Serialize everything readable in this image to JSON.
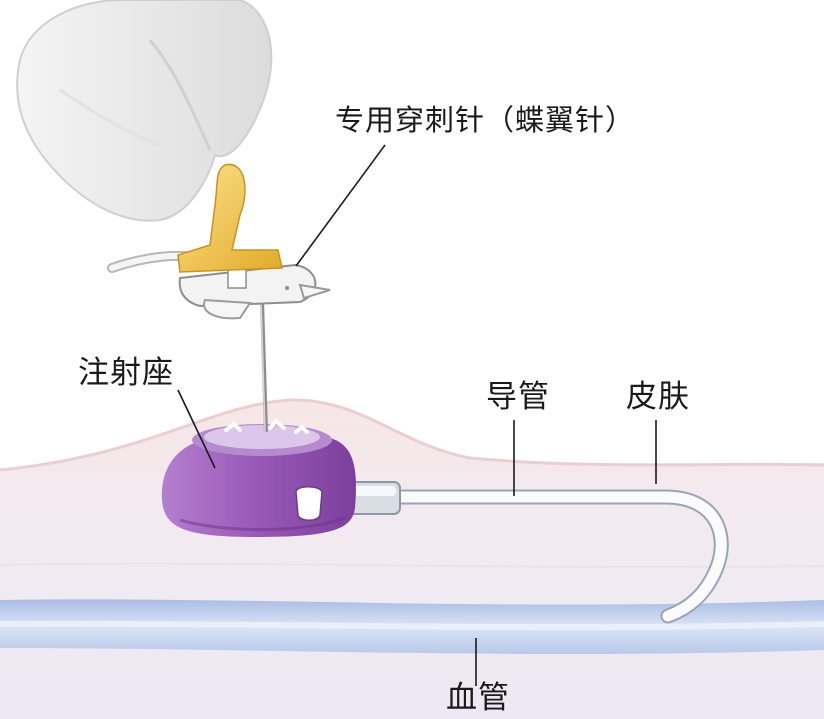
{
  "labels": {
    "needle": "专用穿刺针（蝶翼针）",
    "port": "注射座",
    "catheter": "导管",
    "skin": "皮肤",
    "vessel": "血管"
  },
  "colors": {
    "skin_fill": "#f5e2e0",
    "tissue_fill": "#f1ecf4",
    "vessel_fill": "#c9d6ee",
    "port_purple": "#9b5fb8",
    "needle_wing_yellow": "#f0c94a",
    "glove": "#eeeeee"
  }
}
